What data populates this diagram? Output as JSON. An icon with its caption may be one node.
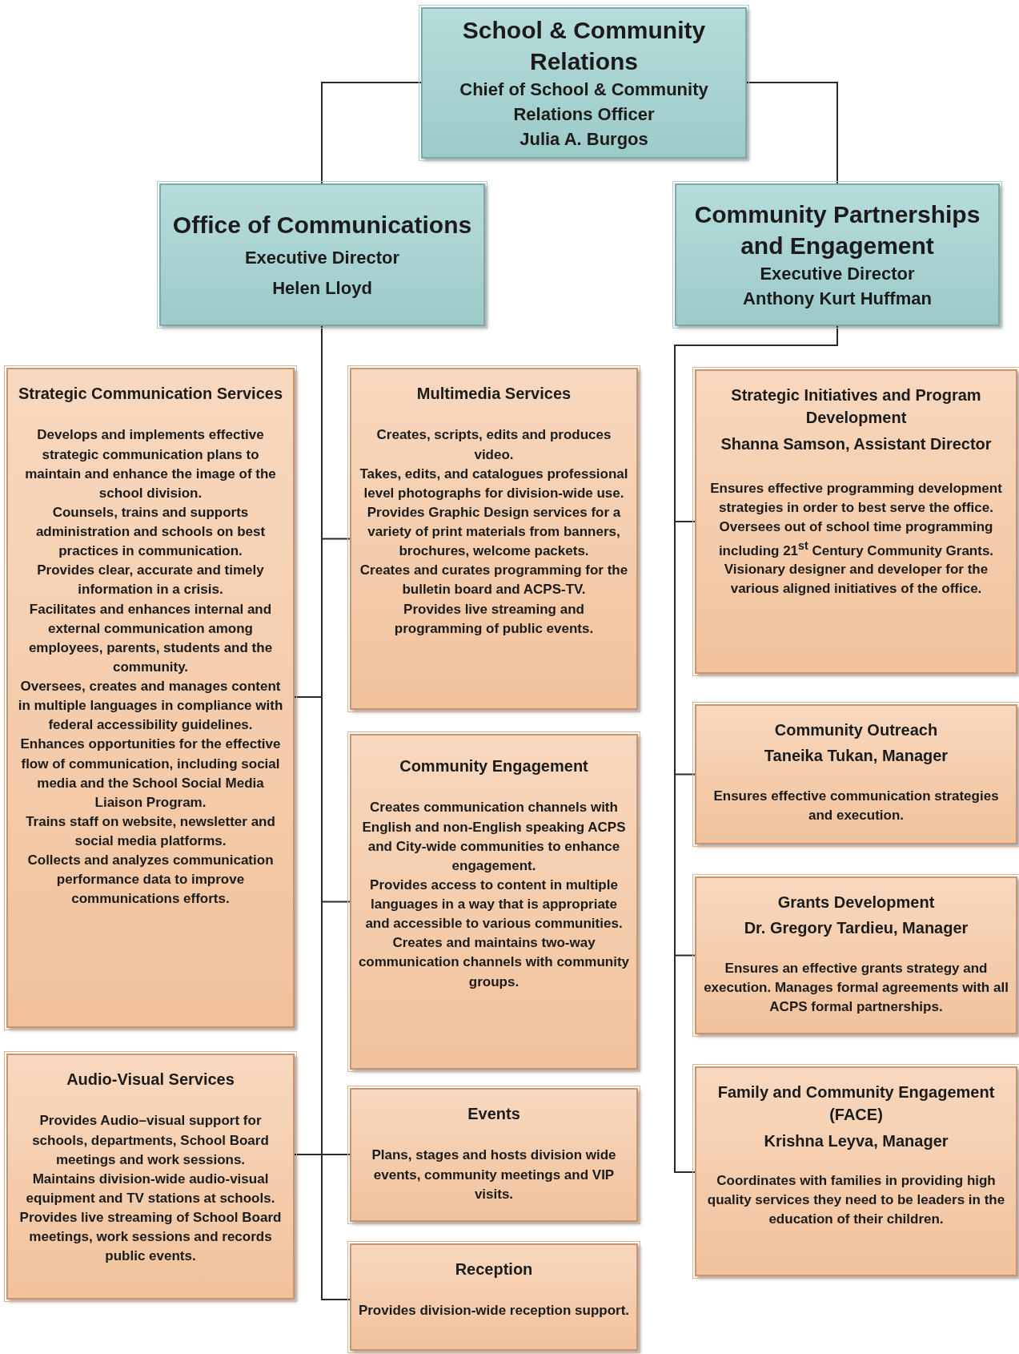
{
  "diagram": {
    "nodes": [
      {
        "text": [
          "School & Community Relations",
          "Chief of School & Community Relations Officer",
          "Julia A. Burgos"
        ]
      },
      {
        "text": [
          "Office of Communications",
          "Executive Director",
          "Helen Lloyd"
        ]
      },
      {
        "text": [
          "Community Partnerships and Engagement",
          "Executive Director",
          "Anthony Kurt Huffman"
        ]
      },
      {
        "text": [
          "Strategic Communication Services",
          "Develops and implements effective strategic communication plans to maintain and enhance the image of the school division.",
          "Counsels, trains and supports administration and schools on best practices in communication.",
          "Provides clear, accurate and timely information in a crisis.",
          "Facilitates and enhances internal and external communication among employees, parents, students and the community.",
          "Oversees, creates and manages content in multiple languages in compliance with federal accessibility guidelines.",
          "Enhances opportunities for the effective flow of communication, including social media and the School Social Media Liaison Program.",
          "Trains staff on website, newsletter and social media platforms.",
          "Collects and analyzes communication performance data to improve communications efforts."
        ]
      },
      {
        "text": [
          "Multimedia Services",
          "Creates, scripts, edits and produces video.",
          "Takes, edits, and catalogues professional level photographs for division-wide use.",
          "Provides Graphic Design services for a variety of print materials from banners, brochures, welcome packets.",
          "Creates and curates programming for the bulletin board and ACPS-TV.",
          "Provides live streaming and programming of public events."
        ]
      },
      {
        "text": [
          "Community Engagement",
          "Creates communication channels with English and non-English speaking ACPS and City-wide communities to enhance engagement.",
          "Provides access to content in multiple languages in a way that is appropriate and accessible to various communities.",
          "Creates and maintains two-way communication channels with community groups."
        ]
      },
      {
        "text": [
          "Audio-Visual Services",
          "Provides Audio–visual support for schools, departments, School Board meetings and work sessions.",
          "Maintains division-wide audio-visual equipment and TV stations at schools. Provides live streaming of School Board meetings, work sessions and records public events."
        ]
      },
      {
        "text": [
          "Events",
          "Plans, stages and hosts division wide events, community meetings and VIP visits."
        ]
      },
      {
        "text": [
          "Reception",
          "Provides division-wide reception support."
        ]
      },
      {
        "text": [
          "Strategic Initiatives and Program Development",
          "Shanna Samson, Assistant Director",
          "Ensures  effective programming development strategies in order to best serve the office.  Oversees  out of school time programming including 21$^{st}$ Century Community Grants.  Visionary designer and developer for the various aligned initiatives of the office."
        ]
      },
      {
        "text": [
          "Community Outreach",
          "Taneika Tukan, Manager",
          "Ensures effective communication strategies and execution."
        ]
      },
      {
        "text": [
          "Grants Development",
          "Dr. Gregory Tardieu, Manager",
          "Ensures  an effective grants strategy and execution.  Manages formal agreements with all ACPS formal partnerships."
        ]
      },
      {
        "text": [
          "Family and Community Engagement (FACE)",
          "Krishna Leyva, Manager",
          "Coordinates with families in providing high quality services they need to be leaders in the education of their children."
        ]
      }
    ],
    "edges": [
      {
        "from": 0,
        "to": 1,
        "arrow": "none"
      },
      {
        "from": 0,
        "to": 2,
        "arrow": "none"
      },
      {
        "from": 1,
        "to": 3,
        "arrow": "none"
      },
      {
        "from": 1,
        "to": 4,
        "arrow": "none"
      },
      {
        "from": 1,
        "to": 5,
        "arrow": "none"
      },
      {
        "from": 1,
        "to": 6,
        "arrow": "none"
      },
      {
        "from": 1,
        "to": 7,
        "arrow": "none"
      },
      {
        "from": 1,
        "to": 8,
        "arrow": "none"
      },
      {
        "from": 2,
        "to": 9,
        "arrow": "none"
      },
      {
        "from": 2,
        "to": 10,
        "arrow": "none"
      },
      {
        "from": 2,
        "to": 11,
        "arrow": "none"
      },
      {
        "from": 2,
        "to": 12,
        "arrow": "none"
      }
    ]
  }
}
